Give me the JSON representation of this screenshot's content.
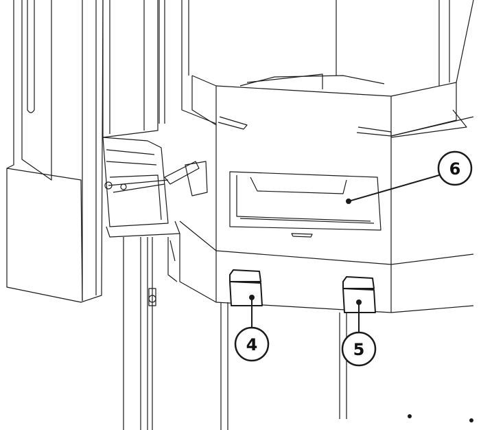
{
  "callouts": [
    {
      "id": "callout-6",
      "label": "6"
    },
    {
      "id": "callout-4",
      "label": "4"
    },
    {
      "id": "callout-5",
      "label": "5"
    }
  ],
  "colors": {
    "line": "#1a1a1a",
    "background": "#ffffff"
  }
}
